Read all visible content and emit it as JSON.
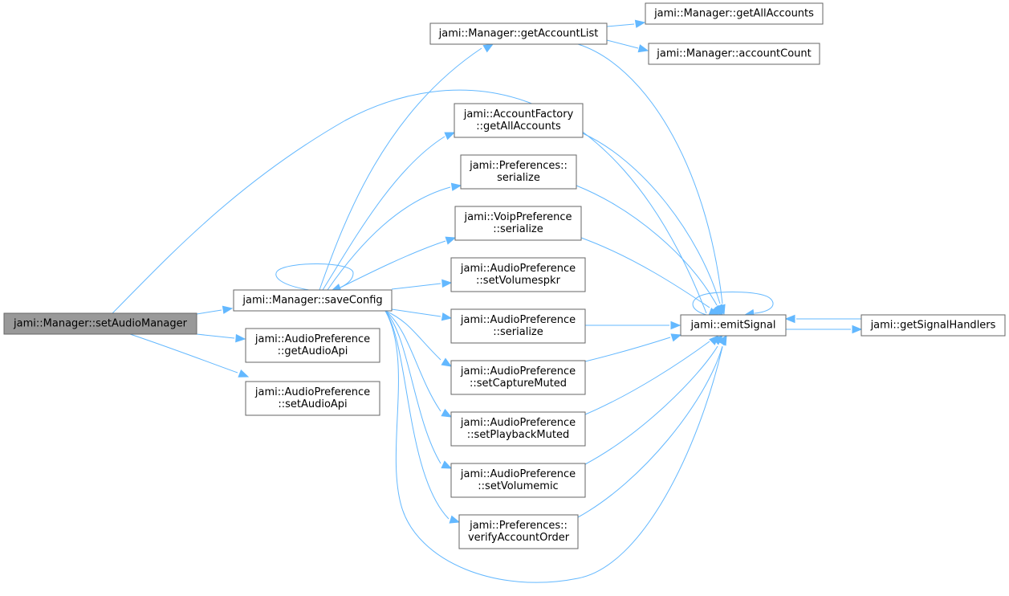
{
  "colors": {
    "edge": "#63b8ff",
    "node_border": "#666666",
    "root_fill": "#999999",
    "node_fill": "#ffffff"
  },
  "nodes": {
    "setAudioManager": [
      "jami::Manager::setAudioManager"
    ],
    "saveConfig": [
      "jami::Manager::saveConfig"
    ],
    "getAudioApi": [
      "jami::AudioPreference",
      "::getAudioApi"
    ],
    "setAudioApi": [
      "jami::AudioPreference",
      "::setAudioApi"
    ],
    "getAccountList": [
      "jami::Manager::getAccountList"
    ],
    "getAllAccounts": [
      "jami::Manager::getAllAccounts"
    ],
    "accountCount": [
      "jami::Manager::accountCount"
    ],
    "factoryGetAllAccounts": [
      "jami::AccountFactory",
      "::getAllAccounts"
    ],
    "prefSerialize": [
      "jami::Preferences::",
      "serialize"
    ],
    "voipSerialize": [
      "jami::VoipPreference",
      "::serialize"
    ],
    "setVolumespkr": [
      "jami::AudioPreference",
      "::setVolumespkr"
    ],
    "audioSerialize": [
      "jami::AudioPreference",
      "::serialize"
    ],
    "setCaptureMuted": [
      "jami::AudioPreference",
      "::setCaptureMuted"
    ],
    "setPlaybackMuted": [
      "jami::AudioPreference",
      "::setPlaybackMuted"
    ],
    "setVolumemic": [
      "jami::AudioPreference",
      "::setVolumemic"
    ],
    "verifyAccountOrder": [
      "jami::Preferences::",
      "verifyAccountOrder"
    ],
    "emitSignal": [
      "jami::emitSignal"
    ],
    "getSignalHandlers": [
      "jami::getSignalHandlers"
    ]
  }
}
